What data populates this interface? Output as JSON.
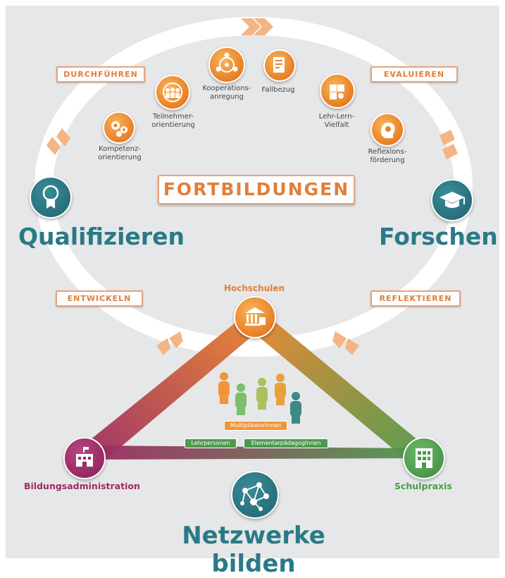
{
  "phases": {
    "durchfuehren": "DURCHFÜHREN",
    "evaluieren": "EVALUIEREN",
    "entwickeln": "ENTWICKELN",
    "reflektieren": "REFLEKTIEREN"
  },
  "center_title": "FORTBILDUNGEN",
  "methods": [
    {
      "label": "Kompetenz-\norientierung",
      "icon": "gears-icon"
    },
    {
      "label": "Teilnehmer-\norientierung",
      "icon": "target-people-icon"
    },
    {
      "label": "Kooperations-\nanregung",
      "icon": "cooperation-icon"
    },
    {
      "label": "Fallbezug",
      "icon": "case-file-icon"
    },
    {
      "label": "Lehr-Lern-\nVielfalt",
      "icon": "puzzle-icon"
    },
    {
      "label": "Reflexions-\nförderung",
      "icon": "head-reflection-icon"
    }
  ],
  "pillars": {
    "qualify": "Qualifizieren",
    "research": "Forschen",
    "network": "Netzwerke bilden"
  },
  "nodes": {
    "universities": "Hochschulen",
    "administration": "Bildungsadministration",
    "schools": "Schulpraxis"
  },
  "roles": {
    "multiplier": "MultiplikatorInnen",
    "teachers": "Lehrpersonen",
    "early": "ElementarpädagogInnen"
  },
  "colors": {
    "background": "#e6e7e8",
    "orange": "#e8832a",
    "teal": "#2a7a86",
    "magenta": "#9e2a63",
    "green": "#4e9a4c"
  }
}
